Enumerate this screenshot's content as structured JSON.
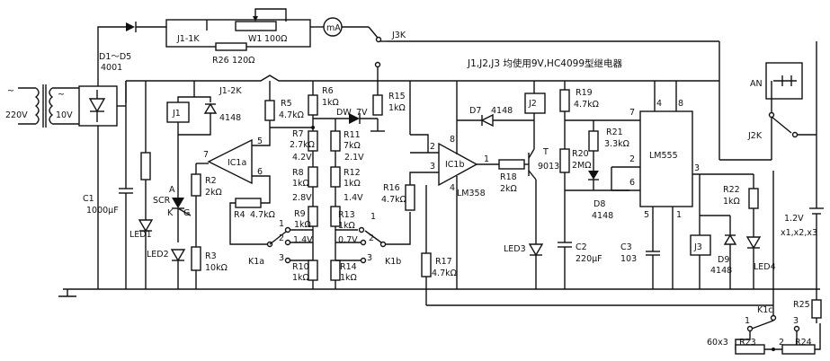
{
  "note_text": "J1,J2,J3 均使用9V,HC4099型继电器",
  "mains": {
    "transformer_primary": "220V",
    "transformer_secondary": "10V"
  },
  "power": {
    "diodes_top": "D1～D5",
    "diodes_bottom": "4001"
  },
  "meter_branch": {
    "relay_contact": "J1-1K",
    "pot": "W1",
    "pot_value": "100Ω",
    "resistor": "R26",
    "resistor_value": "120Ω",
    "meter": "mA",
    "switch": "J3K"
  },
  "relay_j1": {
    "contact": "J1-2K",
    "coil": "J1",
    "diode": "4148"
  },
  "left": {
    "c1": "C1",
    "c1_val": "1000μF",
    "led1": "LED1",
    "led2": "LED2",
    "scr": "SCR",
    "scr_a": "A",
    "scr_k": "K",
    "scr_g": "G",
    "r2": "R2",
    "r2_val": "2kΩ",
    "r3": "R3",
    "r3_val": "10kΩ",
    "r4": "R4",
    "r4_val": "4.7kΩ",
    "r5": "R5",
    "r5_val": "4.7kΩ",
    "ic1a": "IC1a",
    "pin7": "7",
    "pin5": "5",
    "pin6": "6",
    "k1a": "K1a",
    "sw1": "1",
    "sw2": "2",
    "sw3": "3"
  },
  "ladder_a": {
    "r6": "R6",
    "r6_val": "1kΩ",
    "r7": "R7",
    "r7_val": "2.7kΩ",
    "v1": "4.2V",
    "r8": "R8",
    "r8_val": "1kΩ",
    "v2": "2.8V",
    "r9": "R9",
    "r9_val": "1kΩ",
    "v3": "1.4V",
    "r10": "R10",
    "r10_val": "1kΩ"
  },
  "ladder_b": {
    "dw": "DW",
    "dw_val": "7V",
    "r11": "R11",
    "r11_val": "7kΩ",
    "v1": "2.1V",
    "r12": "R12",
    "r12_val": "1kΩ",
    "v2": "1.4V",
    "r13": "R13",
    "r13_val": "1kΩ",
    "v3": "0.7V",
    "r14": "R14",
    "r14_val": "1kΩ",
    "r15": "R15",
    "r15_val": "1kΩ"
  },
  "mid": {
    "k1b": "K1b",
    "sw1": "1",
    "sw2": "2",
    "sw3": "3",
    "r16": "R16",
    "r16_val": "4.7kΩ",
    "r17": "R17",
    "r17_val": "4.7kΩ",
    "ic1b": "IC1b",
    "lm358": "LM358",
    "pin2": "2",
    "pin3": "3",
    "pin8": "8",
    "pin4": "4",
    "pin1": "1",
    "r18": "R18",
    "r18_val": "2kΩ",
    "d7": "D7",
    "d7_val": "4148",
    "j2": "J2",
    "t": "T",
    "t_val": "9013",
    "led3": "LED3"
  },
  "timer": {
    "r19": "R19",
    "r19_val": "4.7kΩ",
    "r20": "R20",
    "r20_val": "2MΩ",
    "r21": "R21",
    "r21_val": "3.3kΩ",
    "d8": "D8",
    "d8_val": "4148",
    "c2": "C2",
    "c2_val": "220μF",
    "c3": "C3",
    "c3_val": "103",
    "ic": "LM555",
    "p4": "4",
    "p8": "8",
    "p7": "7",
    "p2": "2",
    "p6": "6",
    "p5": "5",
    "p1": "1",
    "p3": "3"
  },
  "right": {
    "r22": "R22",
    "r22_val": "1kΩ",
    "j3": "J3",
    "d9": "D9",
    "d9_val": "4148",
    "led4": "LED4",
    "an": "AN",
    "j2k": "J2K",
    "battery": "1.2V",
    "battery_cells": "x1,x2,x3",
    "r25": "R25",
    "k1c": "K1c",
    "sw1": "1",
    "sw2": "2",
    "sw3": "3",
    "r23": "R23",
    "r24": "R24",
    "multiplier": "60x3"
  }
}
